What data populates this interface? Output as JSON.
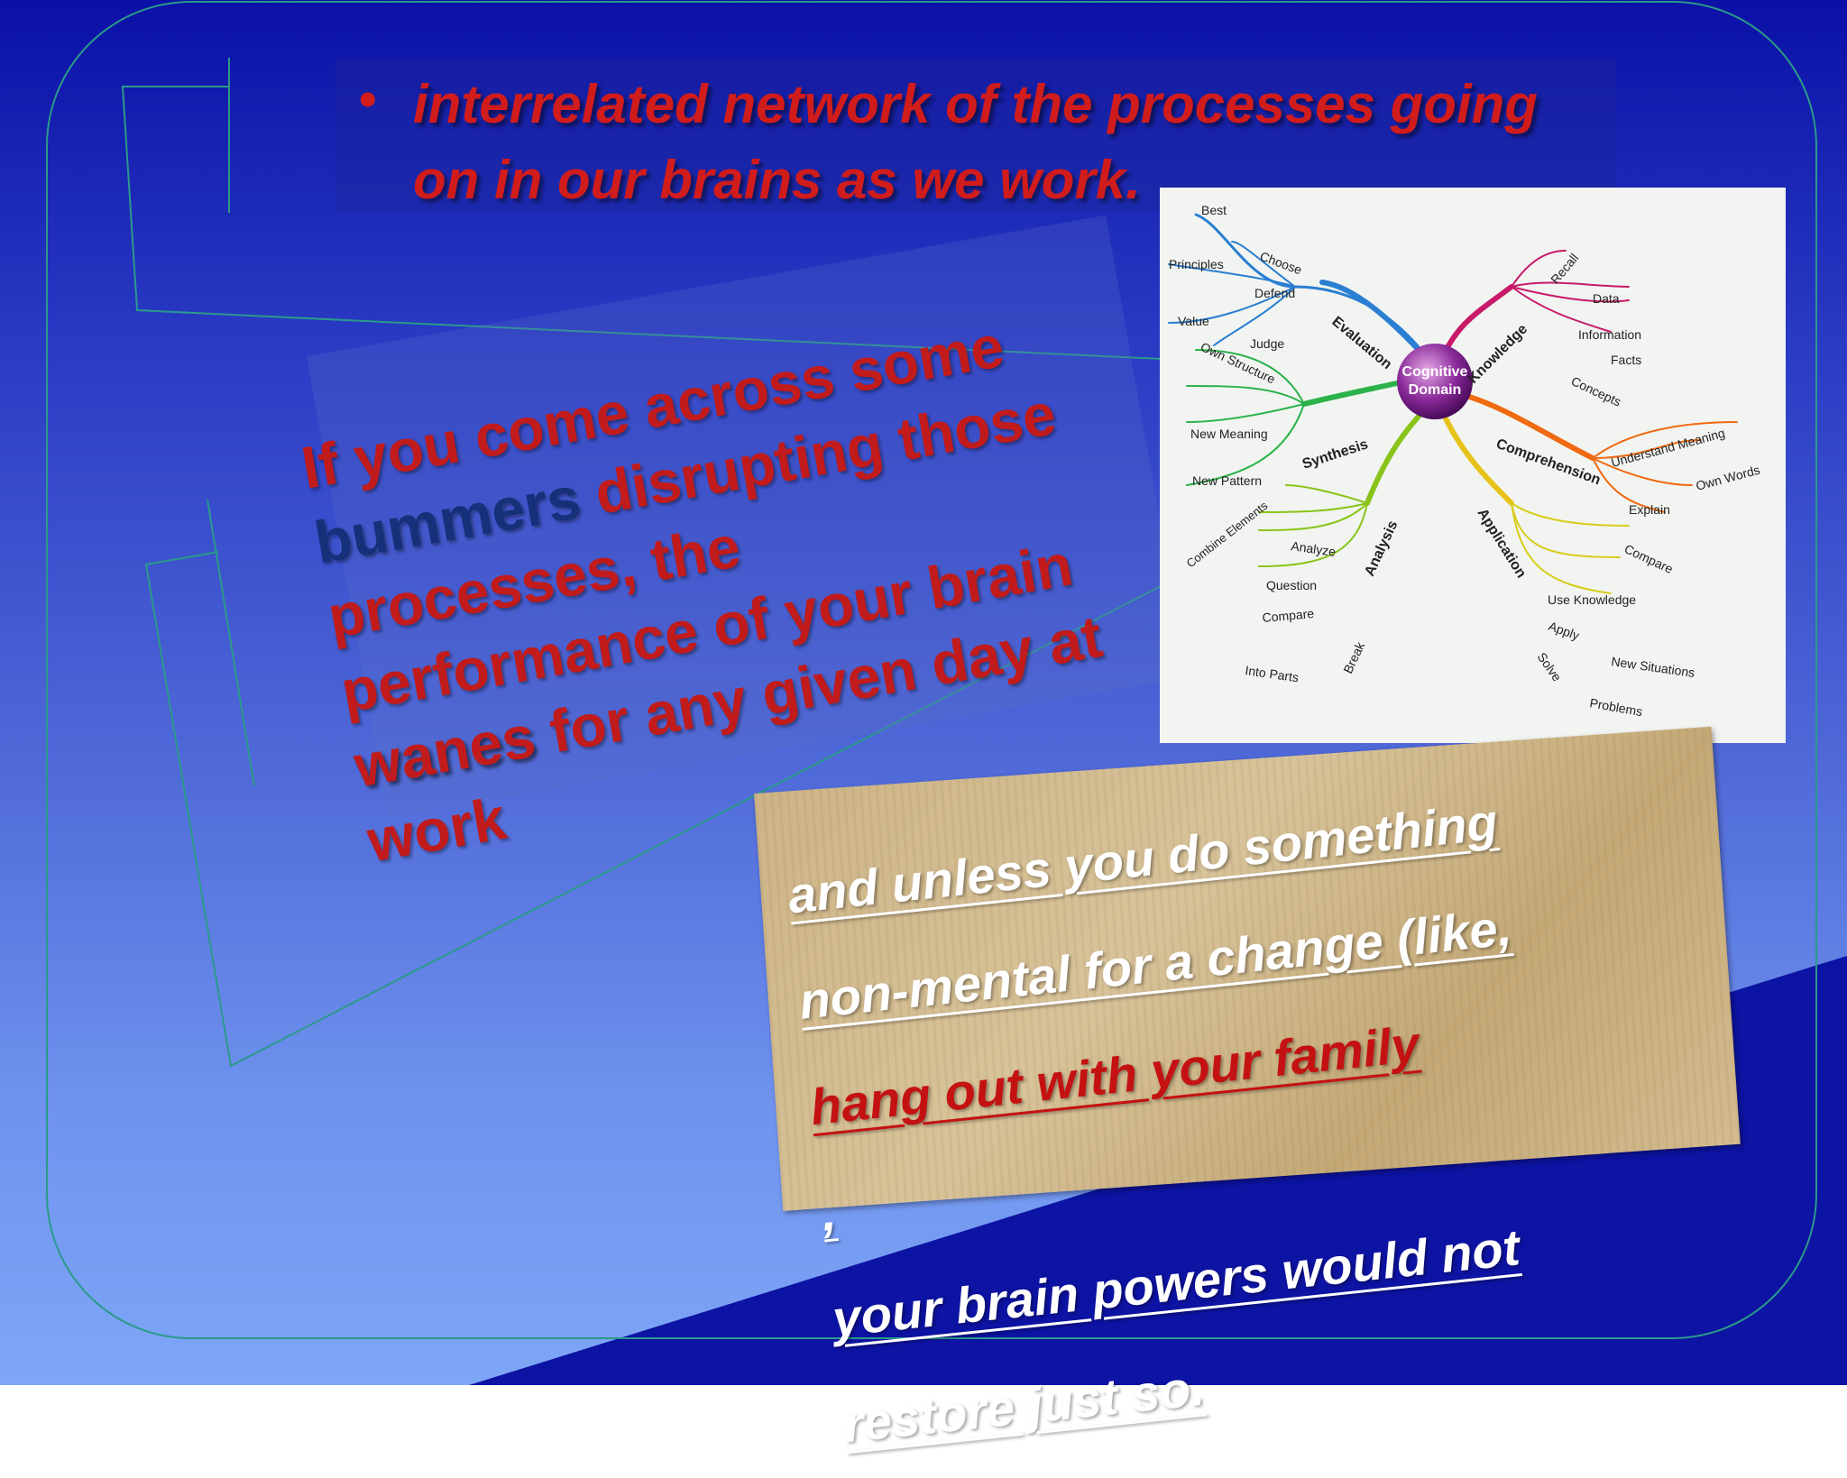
{
  "slide": {
    "bullet": {
      "marker": "•",
      "text": "interrelated network of the processes going on in our brains as we work."
    },
    "main_text": {
      "line1": "If you come across some",
      "line2_blue": "bummers",
      "line2_rest": " disrupting those",
      "line3": "processes, the",
      "line4": "performance of your brain",
      "line5_emph": "wanes",
      "line5_rest": " for any given day at",
      "line6": "work"
    },
    "paper_text": {
      "line1": "and unless you do something",
      "line2": "non-mental for a change (like,",
      "line3_red": "hang out with your family",
      "line3_comma": ",",
      "line4": "your brain powers would not",
      "line5": "restore just so."
    },
    "mindmap": {
      "center_line1": "Cognitive",
      "center_line2": "Domain",
      "evaluation": "Evaluation",
      "best": "Best",
      "choose": "Choose",
      "principles": "Principles",
      "defend": "Defend",
      "value": "Value",
      "judge": "Judge",
      "knowledge": "Knowledge",
      "recall": "Recall",
      "data": "Data",
      "information": "Information",
      "facts": "Facts",
      "concepts": "Concepts",
      "synthesis": "Synthesis",
      "own_structure": "Own Structure",
      "new_meaning": "New Meaning",
      "new_pattern": "New Pattern",
      "combine_elements": "Combine Elements",
      "comprehension": "Comprehension",
      "understand_meaning": "Understand Meaning",
      "own_words": "Own Words",
      "explain": "Explain",
      "compare_c": "Compare",
      "analysis": "Analysis",
      "analyze": "Analyze",
      "question": "Question",
      "compare_a": "Compare",
      "break": "Break",
      "into_parts": "Into Parts",
      "application": "Application",
      "use_knowledge": "Use Knowledge",
      "apply": "Apply",
      "new_situations": "New Situations",
      "solve": "Solve",
      "problems": "Problems"
    },
    "colors": {
      "text_red": "#c11b1b",
      "text_blue": "#16307a",
      "outline": "#2a9a8a",
      "bg_dark": "#0b10a6"
    }
  }
}
